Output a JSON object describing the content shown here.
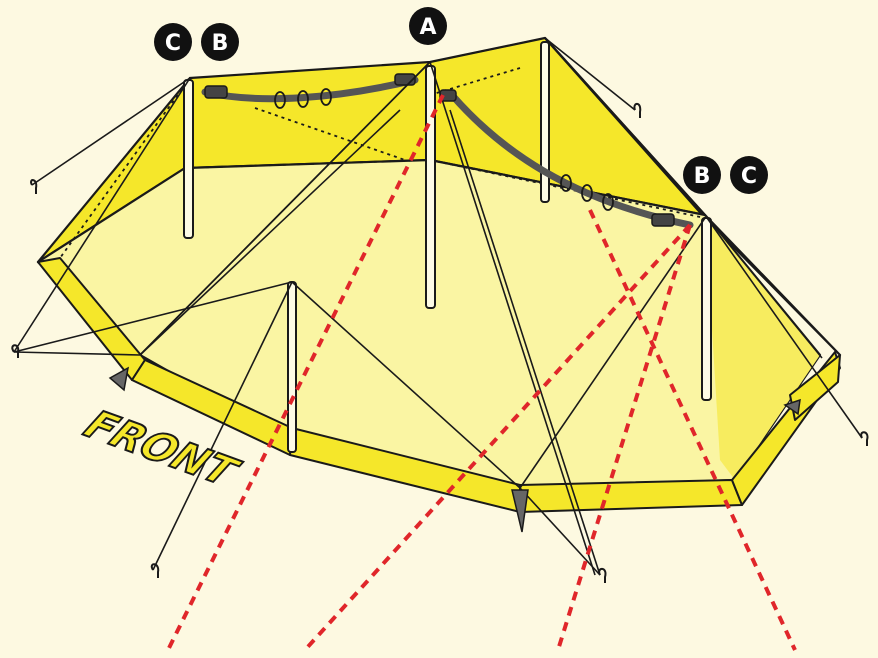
{
  "colors": {
    "background": "#fdf9e1",
    "canvas_yellow": "#f5e72a",
    "canvas_light": "#faf5a3",
    "canvas_mid": "#f7ec5f",
    "outline": "#1a1a1a",
    "guide_red": "#e0262a",
    "marker_fill": "#111111",
    "marker_text": "#ffffff",
    "chain_gray": "#555555"
  },
  "markers": {
    "top_center": "A",
    "left_outer": "C",
    "left_inner": "B",
    "right_inner": "B",
    "right_outer": "C"
  },
  "labels": {
    "front": "FRONT"
  },
  "icons": {
    "stake": "stake-icon",
    "ridge_chain": "chain-icon",
    "marker": "circle-letter-icon"
  }
}
